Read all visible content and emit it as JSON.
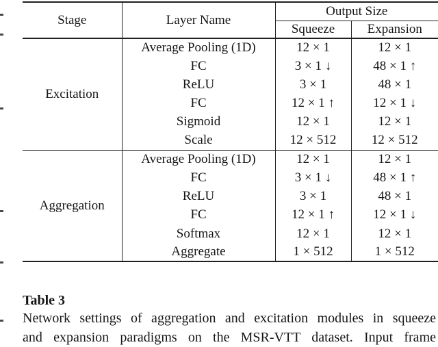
{
  "table": {
    "headers": {
      "stage": "Stage",
      "layer_name": "Layer Name",
      "output_size": "Output Size",
      "squeeze": "Squeeze",
      "expansion": "Expansion"
    },
    "sections": [
      {
        "stage": "Excitation",
        "rows": [
          {
            "layer": "Average Pooling (1D)",
            "squeeze": "12 × 1",
            "expansion": "12 × 1"
          },
          {
            "layer": "FC",
            "squeeze": "3 × 1 ↓",
            "expansion": "48 × 1 ↑"
          },
          {
            "layer": "ReLU",
            "squeeze": "3 × 1",
            "expansion": "48 × 1"
          },
          {
            "layer": "FC",
            "squeeze": "12 × 1 ↑",
            "expansion": "12 × 1 ↓"
          },
          {
            "layer": "Sigmoid",
            "squeeze": "12 × 1",
            "expansion": "12 × 1"
          },
          {
            "layer": "Scale",
            "squeeze": "12 × 512",
            "expansion": "12 × 512"
          }
        ]
      },
      {
        "stage": "Aggregation",
        "rows": [
          {
            "layer": "Average Pooling (1D)",
            "squeeze": "12 × 1",
            "expansion": "12 × 1"
          },
          {
            "layer": "FC",
            "squeeze": "3 × 1 ↓",
            "expansion": "48 × 1 ↑"
          },
          {
            "layer": "ReLU",
            "squeeze": "3 × 1",
            "expansion": "48 × 1"
          },
          {
            "layer": "FC",
            "squeeze": "12 × 1 ↑",
            "expansion": "12 × 1 ↓"
          },
          {
            "layer": "Softmax",
            "squeeze": "12 × 1",
            "expansion": "12 × 1"
          },
          {
            "layer": "Aggregate",
            "squeeze": "1 × 512",
            "expansion": "1 × 512"
          }
        ]
      }
    ]
  },
  "caption": {
    "label": "Table 3",
    "lines": [
      "Network settings of aggregation and excitation modules in squeeze",
      "and expansion paradigms on the MSR-VTT dataset. Input frame"
    ]
  },
  "colors": {
    "rule": "#1e1e1e",
    "text": "#161616",
    "background": "#ffffff"
  }
}
